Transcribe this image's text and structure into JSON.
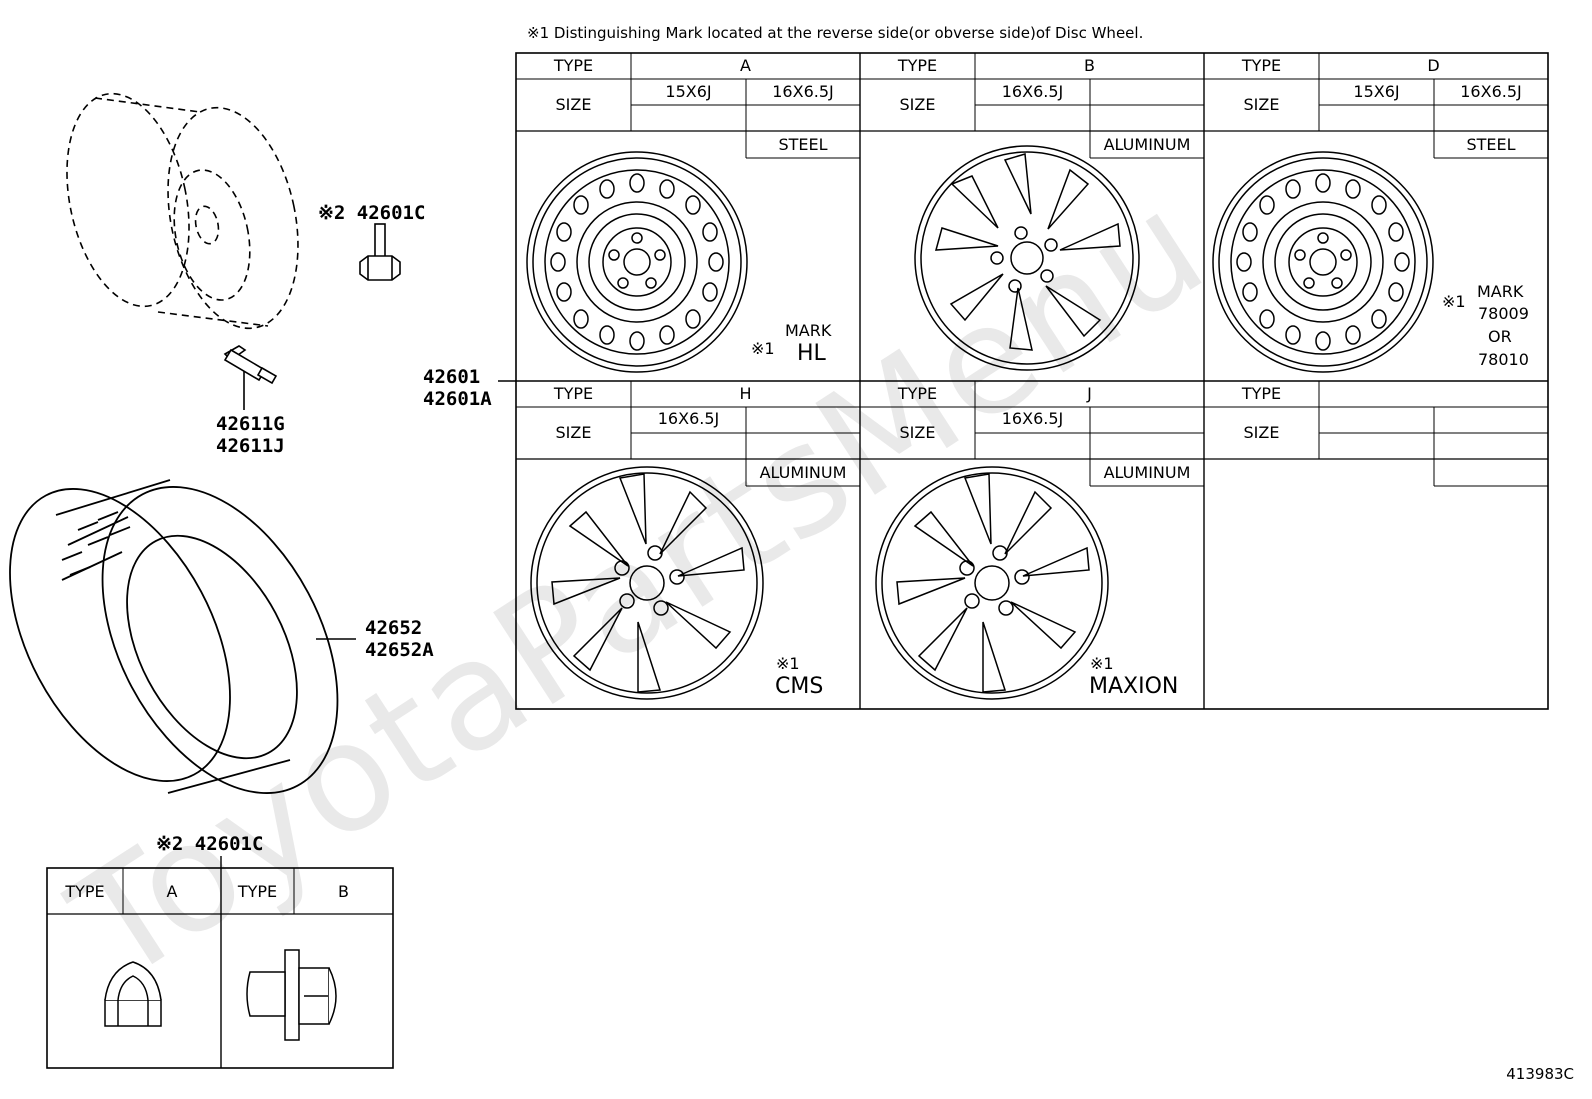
{
  "footnote": "※1 Distinguishing Mark located at the reverse side(or obverse side)of Disc Wheel.",
  "parts": {
    "nut": "※2 42601C",
    "valve": [
      "42611G",
      "42611J"
    ],
    "wheel": [
      "42601",
      "42601A"
    ],
    "tire": [
      "42652",
      "42652A"
    ],
    "nut_table_title": "※2 42601C"
  },
  "wheel_table": {
    "type_label": "TYPE",
    "size_label": "SIZE",
    "row1": [
      {
        "type": "A",
        "sizes": [
          "15X6J",
          "16X6.5J"
        ],
        "material": "STEEL",
        "mark_prefix": "※1",
        "mark_title": "MARK",
        "mark": "HL"
      },
      {
        "type": "B",
        "sizes": [
          "16X6.5J",
          ""
        ],
        "material": "ALUMINUM"
      },
      {
        "type": "D",
        "sizes": [
          "15X6J",
          "16X6.5J"
        ],
        "material": "STEEL",
        "mark_prefix": "※1",
        "mark_title": "MARK",
        "mark_lines": [
          "78009",
          "OR",
          "78010"
        ]
      }
    ],
    "row2": [
      {
        "type": "H",
        "sizes": [
          "16X6.5J",
          ""
        ],
        "material": "ALUMINUM",
        "mark_prefix": "※1",
        "mark": "CMS"
      },
      {
        "type": "J",
        "sizes": [
          "16X6.5J",
          ""
        ],
        "material": "ALUMINUM",
        "mark_prefix": "※1",
        "mark": "MAXION"
      },
      {
        "type": "",
        "sizes": [
          "",
          ""
        ],
        "material": ""
      }
    ]
  },
  "nut_table": {
    "type_label": "TYPE",
    "types": [
      "A",
      "B"
    ]
  },
  "watermark": "ToyotaPartsMenu",
  "page_code": "413983C"
}
